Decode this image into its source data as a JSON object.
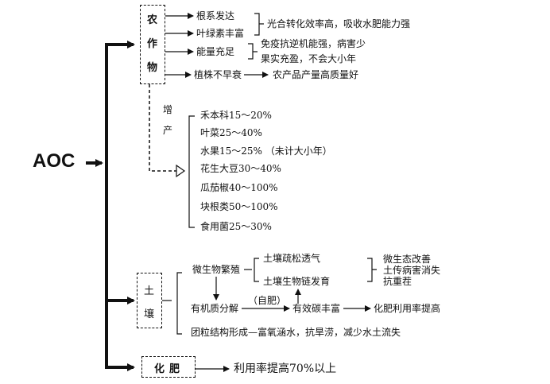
{
  "root": "AOC",
  "crop": {
    "label": "农作物",
    "effects": [
      "根系发达",
      "叶绿素丰富",
      "能量充足",
      "植株不早衰"
    ],
    "results": [
      "光合转化效率高，吸收水肥能力强",
      "免疫抗逆机能强，病害少",
      "果实充盈，不会大小年",
      "农产品产量高质量好"
    ],
    "yield_label": "增产",
    "yield_items": [
      "禾本科15～20%",
      "叶菜25～40%",
      "水果15～25%   （未计大小年）",
      "花生大豆30～40%",
      "瓜茄椒40～100%",
      "块根类50～100%",
      "食用菌25～30%"
    ]
  },
  "soil": {
    "label": "土壤",
    "microbe": "微生物繁殖",
    "branches": [
      "土壤疏松透气",
      "土壤生物链发育"
    ],
    "outcomes": [
      "微生态改善",
      "土传病害消失",
      "抗重茬"
    ],
    "organic": "有机质分解",
    "self_fert": "（自肥）",
    "effective_carbon": "有效碳丰富",
    "fert_efficiency": "化肥利用率提高",
    "aggregate": "团粒结构形成—富氧涵水，抗旱涝，减少水土流失"
  },
  "fertilizer": {
    "label": "化肥",
    "result": "利用率提高70%以上"
  }
}
